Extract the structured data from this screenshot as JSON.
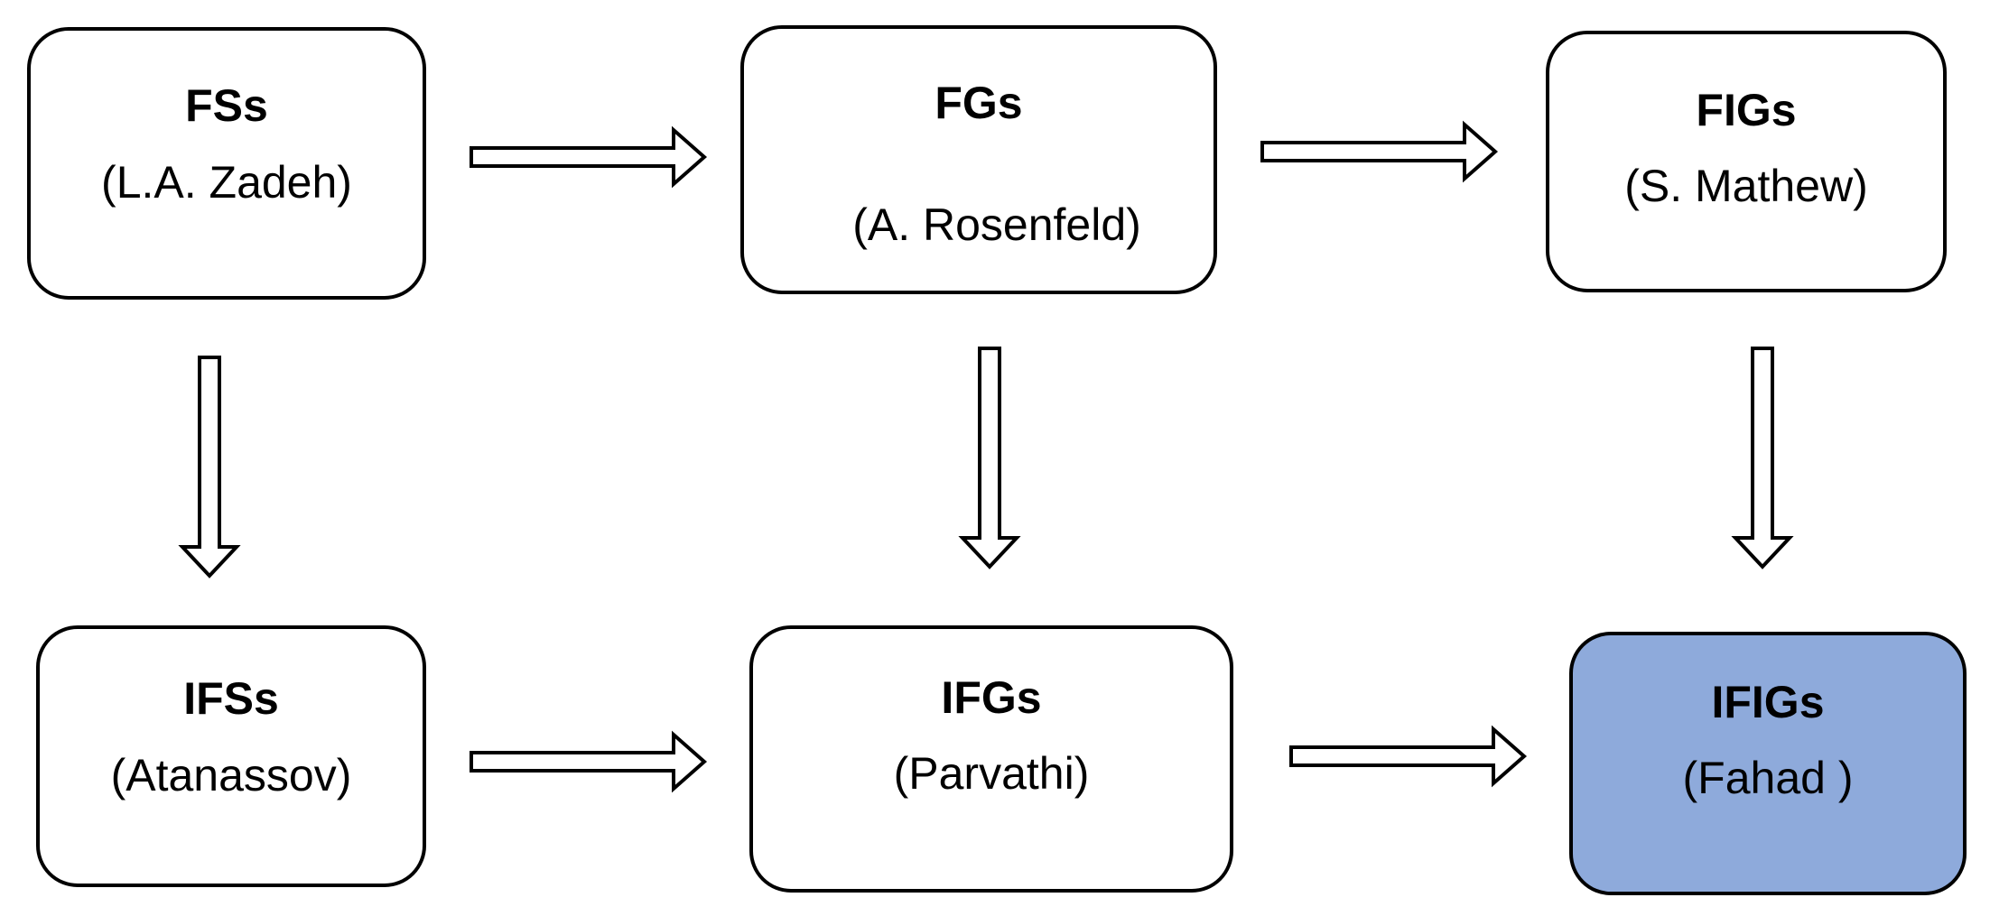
{
  "nodes": {
    "fss": {
      "title": "FSs",
      "author": "(L.A. Zadeh)"
    },
    "fgs": {
      "title": "FGs",
      "author": "(A. Rosenfeld)"
    },
    "figs": {
      "title": "FIGs",
      "author": "(S. Mathew)"
    },
    "ifss": {
      "title": "IFSs",
      "author": "(Atanassov)"
    },
    "ifgs": {
      "title": "IFGs",
      "author": "(Parvathi)"
    },
    "ifigs": {
      "title": "IFIGs",
      "author": "(Fahad )"
    }
  },
  "edges": [
    {
      "from": "FSs",
      "to": "FGs",
      "direction": "right"
    },
    {
      "from": "FGs",
      "to": "FIGs",
      "direction": "right"
    },
    {
      "from": "FSs",
      "to": "IFSs",
      "direction": "down"
    },
    {
      "from": "FGs",
      "to": "IFGs",
      "direction": "down"
    },
    {
      "from": "FIGs",
      "to": "IFIGs",
      "direction": "down"
    },
    {
      "from": "IFSs",
      "to": "IFGs",
      "direction": "right"
    },
    {
      "from": "IFGs",
      "to": "IFIGs",
      "direction": "right"
    }
  ],
  "colors": {
    "border": "#000000",
    "node_fill": "#ffffff",
    "highlight_fill": "#8eaadb",
    "arrow_fill": "#ffffff"
  },
  "highlighted_node": "IFIGs"
}
